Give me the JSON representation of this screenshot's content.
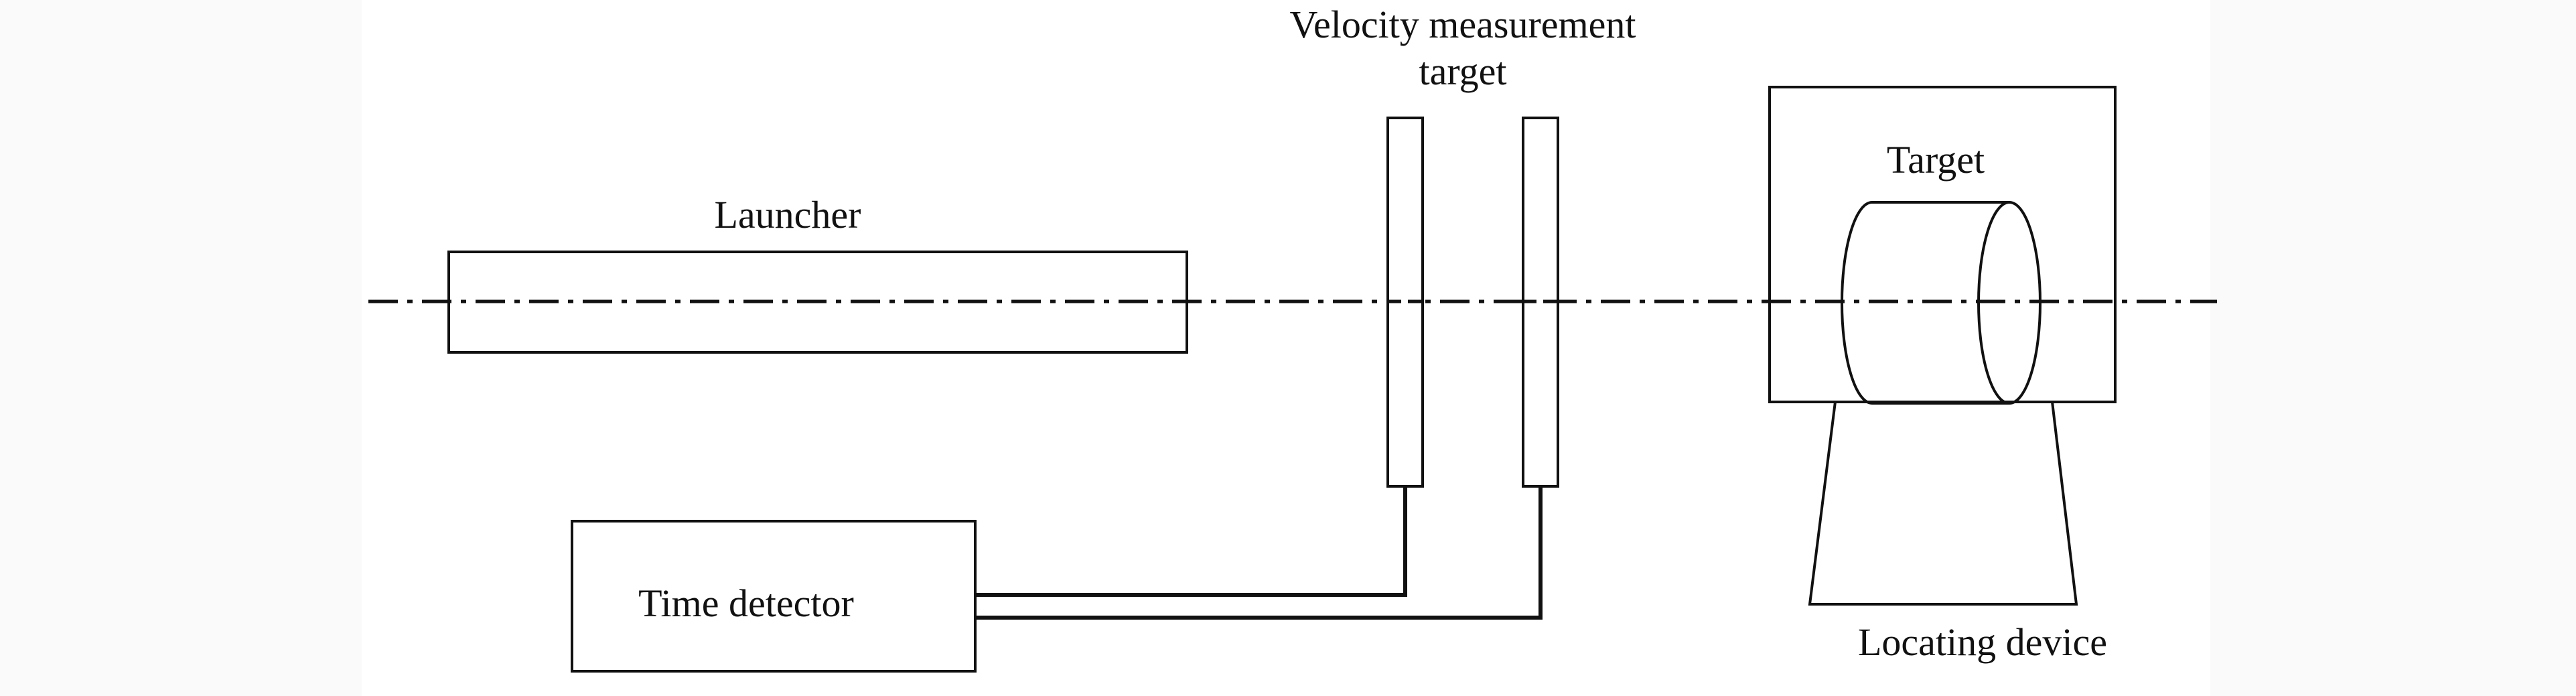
{
  "diagram": {
    "labels": {
      "launcher": "Launcher",
      "velocity_target_line1": "Velocity measurement",
      "velocity_target_line2": "target",
      "target": "Target",
      "time_detector": "Time detector",
      "locating_device": "Locating device"
    },
    "colors": {
      "background": "#fafafa",
      "panel": "#ffffff",
      "stroke": "#111111"
    }
  }
}
